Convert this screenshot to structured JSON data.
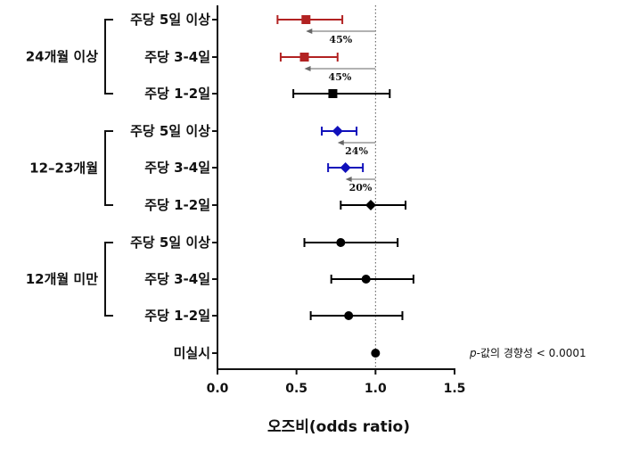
{
  "chart_data": {
    "type": "forest",
    "xlabel": "오즈비(odds ratio)",
    "xlim": [
      0.0,
      1.5
    ],
    "xticks": [
      "0.0",
      "0.5",
      "1.0",
      "1.5"
    ],
    "reference_line": 1.0,
    "trend_note": {
      "prefix": "p",
      "text": "-값의 경향성 < 0.0001"
    },
    "groups": [
      {
        "name": "24개월 이상",
        "color": "#b22222",
        "marker": "square",
        "rows": [
          {
            "label": "주당 5일 이상",
            "or": 0.56,
            "lo": 0.38,
            "hi": 0.79,
            "reduction": "45%"
          },
          {
            "label": "주당 3-4일",
            "or": 0.55,
            "lo": 0.4,
            "hi": 0.76,
            "reduction": "45%"
          },
          {
            "label": "주당 1-2일",
            "or": 0.73,
            "lo": 0.48,
            "hi": 1.09,
            "reduction": "",
            "color": "#000000"
          }
        ]
      },
      {
        "name": "12–23개월",
        "color": "#1010bb",
        "marker": "diamond",
        "rows": [
          {
            "label": "주당 5일 이상",
            "or": 0.76,
            "lo": 0.66,
            "hi": 0.88,
            "reduction": "24%"
          },
          {
            "label": "주당 3-4일",
            "or": 0.81,
            "lo": 0.7,
            "hi": 0.92,
            "reduction": "20%"
          },
          {
            "label": "주당 1-2일",
            "or": 0.97,
            "lo": 0.78,
            "hi": 1.19,
            "reduction": "",
            "color": "#000000"
          }
        ]
      },
      {
        "name": "12개월 미만",
        "color": "#000000",
        "marker": "circle",
        "rows": [
          {
            "label": "주당 5일 이상",
            "or": 0.78,
            "lo": 0.55,
            "hi": 1.14,
            "reduction": ""
          },
          {
            "label": "주당 3-4일",
            "or": 0.94,
            "lo": 0.72,
            "hi": 1.24,
            "reduction": ""
          },
          {
            "label": "주당 1-2일",
            "or": 0.83,
            "lo": 0.59,
            "hi": 1.17,
            "reduction": ""
          }
        ]
      }
    ],
    "reference_row": {
      "label": "미실시",
      "or": 1.0,
      "color": "#000000",
      "marker": "circle"
    }
  }
}
